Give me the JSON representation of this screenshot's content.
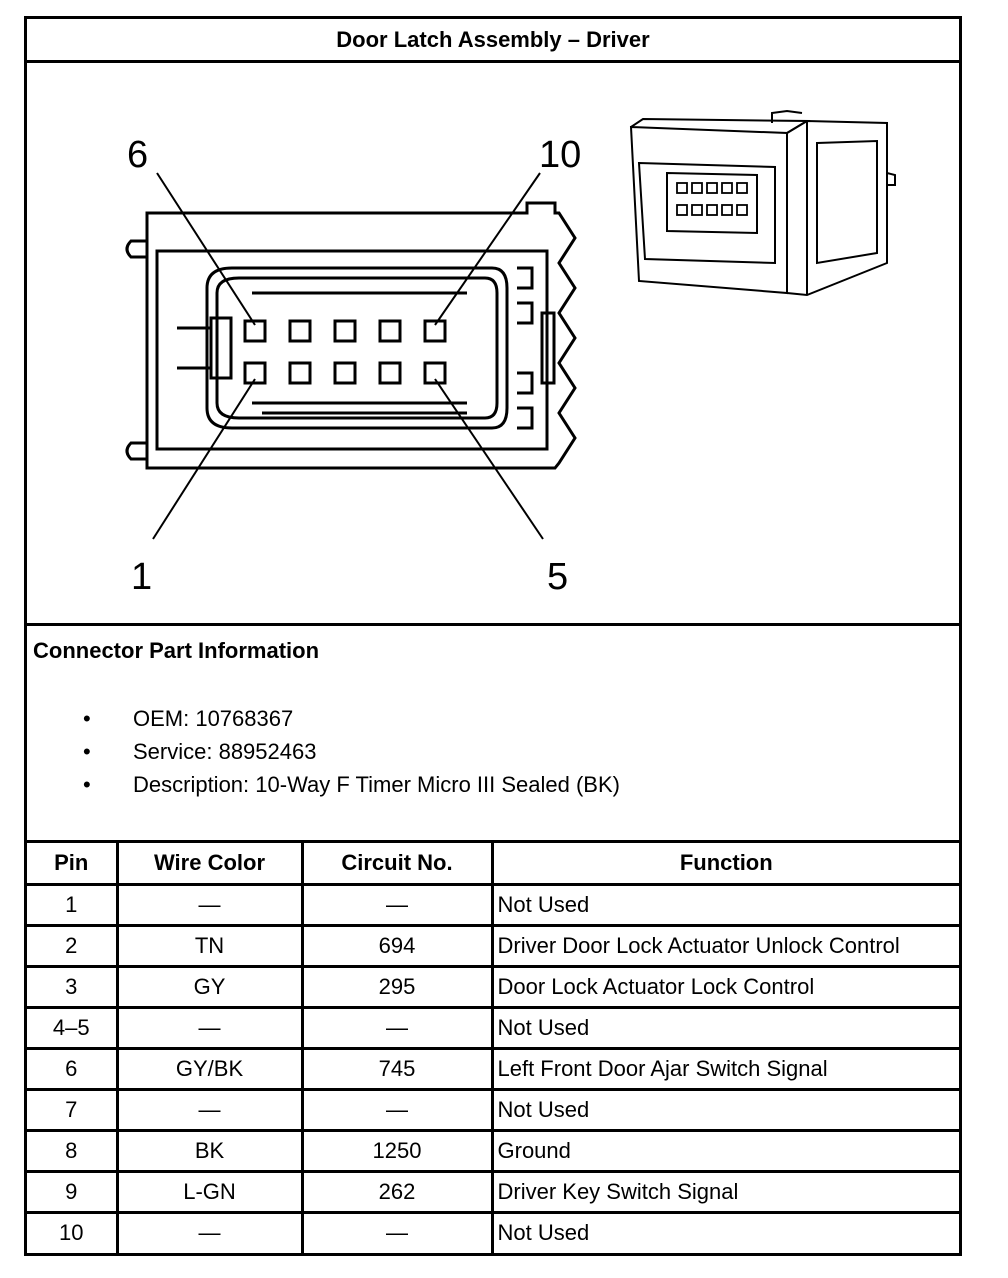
{
  "title": "Door Latch Assembly – Driver",
  "diagram": {
    "pin_labels": {
      "top_left": "6",
      "top_right": "10",
      "bottom_left": "1",
      "bottom_right": "5"
    }
  },
  "info": {
    "heading": "Connector Part Information",
    "items": [
      "OEM: 10768367",
      "Service: 88952463",
      "Description: 10-Way F Timer Micro III Sealed (BK)"
    ],
    "bullet": "•"
  },
  "table": {
    "headers": [
      "Pin",
      "Wire Color",
      "Circuit No.",
      "Function"
    ],
    "rows": [
      [
        "1",
        "—",
        "—",
        "Not Used"
      ],
      [
        "2",
        "TN",
        "694",
        "Driver Door Lock Actuator Unlock Control"
      ],
      [
        "3",
        "GY",
        "295",
        "Door Lock Actuator Lock Control"
      ],
      [
        "4–5",
        "—",
        "—",
        "Not Used"
      ],
      [
        "6",
        "GY/BK",
        "745",
        "Left Front Door Ajar Switch Signal"
      ],
      [
        "7",
        "—",
        "—",
        "Not Used"
      ],
      [
        "8",
        "BK",
        "1250",
        "Ground"
      ],
      [
        "9",
        "L-GN",
        "262",
        "Driver Key Switch Signal"
      ],
      [
        "10",
        "—",
        "—",
        "Not Used"
      ]
    ]
  }
}
